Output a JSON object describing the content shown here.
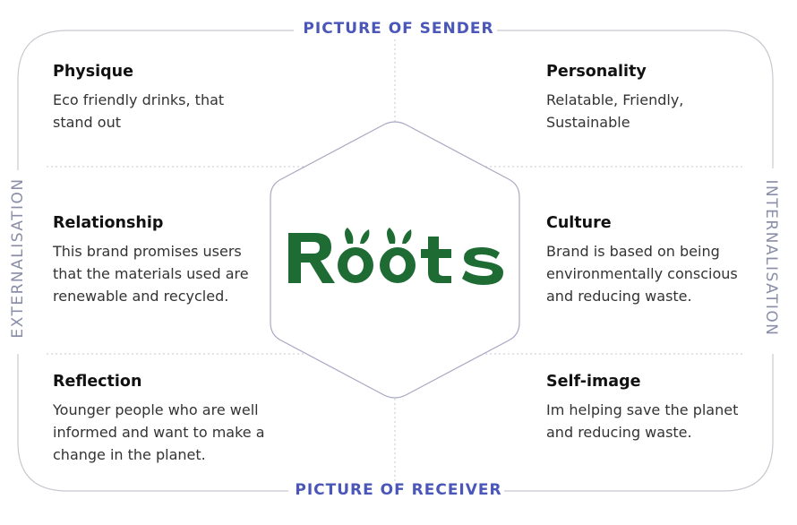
{
  "labels": {
    "top": "PICTURE OF SENDER",
    "bottom": "PICTURE OF RECEIVER",
    "left": "EXTERNALISATION",
    "right": "INTERNALISATION"
  },
  "logo": {
    "text": "Rööts",
    "color": "#1e6b34"
  },
  "facets": {
    "physique": {
      "title": "Physique",
      "text": "Eco friendly drinks, that stand out"
    },
    "personality": {
      "title": "Personality",
      "text": "Relatable, Friendly, Sustainable"
    },
    "relationship": {
      "title": "Relationship",
      "text": "This brand promises users that the materials used are renewable and recycled."
    },
    "culture": {
      "title": "Culture",
      "text": "Brand is based on being environmentally conscious and reducing waste."
    },
    "reflection": {
      "title": "Reflection",
      "text": "Younger people who are well informed and want to make a change in the planet."
    },
    "self_image": {
      "title": "Self-image",
      "text": "Im helping save the planet and reducing waste."
    }
  },
  "colors": {
    "accent": "#4a56b8",
    "side_label": "#8a8ea8",
    "lines": "#c8c8d0"
  }
}
